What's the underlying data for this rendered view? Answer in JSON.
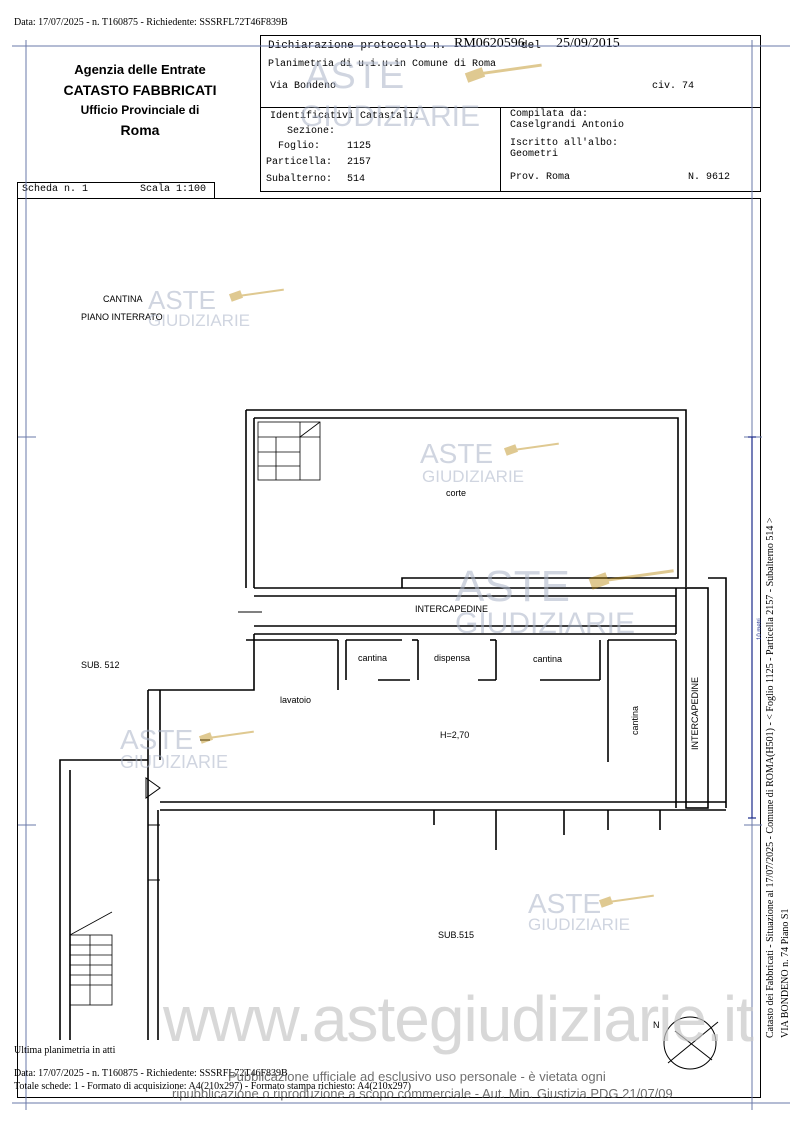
{
  "top_line": "Data: 17/07/2025 - n. T160875 - Richiedente: SSSRFL72T46F839B",
  "agency": {
    "line1": "Agenzia delle Entrate",
    "line2": "CATASTO FABBRICATI",
    "line3": "Ufficio Provinciale di",
    "line4": "Roma"
  },
  "header": {
    "dich_label": "Dichiarazione protocollo n.",
    "protocol": "RM0620596",
    "del_label": "del",
    "date": "25/09/2015",
    "planimetria": "Planimetria di u.i.u.in Comune di Roma",
    "address": "Via Bondeno",
    "civ": "civ. 74",
    "ident_title": "Identificativi Catastali:",
    "sezione": "Sezione:",
    "foglio_label": "Foglio:",
    "foglio": "1125",
    "particella_label": "Particella:",
    "particella": "2157",
    "subalterno_label": "Subalterno:",
    "subalterno": "514",
    "compilata_label": "Compilata da:",
    "compilata_name": "Caselgrandi Antonio",
    "iscritto_label": "Iscritto all'albo:",
    "iscritto_value": "Geometri",
    "prov": "Prov. Roma",
    "num": "N. 9612"
  },
  "scheda": "Scheda n. 1",
  "scala": "Scala 1:100",
  "plan": {
    "title1": "CANTINA",
    "title2": "PIANO INTERRATO",
    "corte": "corte",
    "intercapedine_h": "INTERCAPEDINE",
    "cantina1": "cantina",
    "dispensa": "dispensa",
    "cantina2": "cantina",
    "lavatoio": "lavatoio",
    "height": "H=2,70",
    "cantina3": "cantina",
    "intercapedine_v": "INTERCAPEDINE",
    "sub512": "SUB. 512",
    "sub515": "SUB.515",
    "north": "N"
  },
  "side_text1": "Catasto dei Fabbricati - Situazione al 17/07/2025 - Comune di ROMA(H501) - < Foglio 1125 - Particella 2157 - Subalterno 514 >",
  "side_text2": "VIA BONDENO n. 74 Piano S1",
  "scale_mark": "10 metri",
  "ultima": "Ultima planimetria in atti",
  "footer1": "Data: 17/07/2025 - n. T160875 - Richiedente: SSSRFL72T46F839B",
  "footer2": "Totale schede: 1 - Formato di acquisizione: A4(210x297) - Formato stampa richiesto: A4(210x297)",
  "watermark": {
    "brand1": "ASTE",
    "brand2": "GIUDIZIARIE",
    "site": "www.astegiudiziarie.it",
    "notice1": "Pubblicazione ufficiale ad esclusivo uso personale - è vietata ogni",
    "notice2": "ripubblicazione o riproduzione a scopo commerciale - Aut. Min. Giustizia PDG 21/07/09"
  }
}
